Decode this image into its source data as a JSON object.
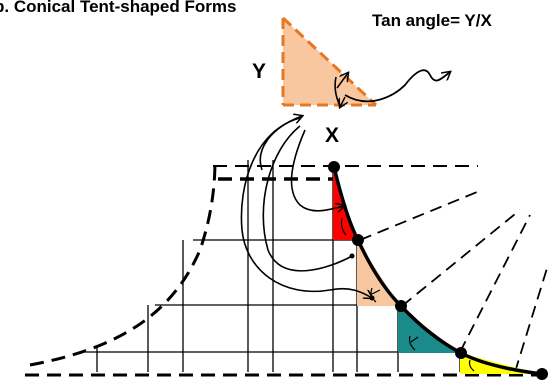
{
  "heading": "b. Conical Tent-shaped Forms",
  "formula": "Tan angle= Y/X",
  "triangle_labels": {
    "y": "Y",
    "x": "X"
  },
  "colors": {
    "ink": "#000000",
    "triangle_fill": "#f9c79f",
    "triangle_outline": "#e87722",
    "segment_1": "#ff0000",
    "segment_2": "#f9c79f",
    "segment_3": "#1b8a8a",
    "segment_4": "#ffff00"
  }
}
